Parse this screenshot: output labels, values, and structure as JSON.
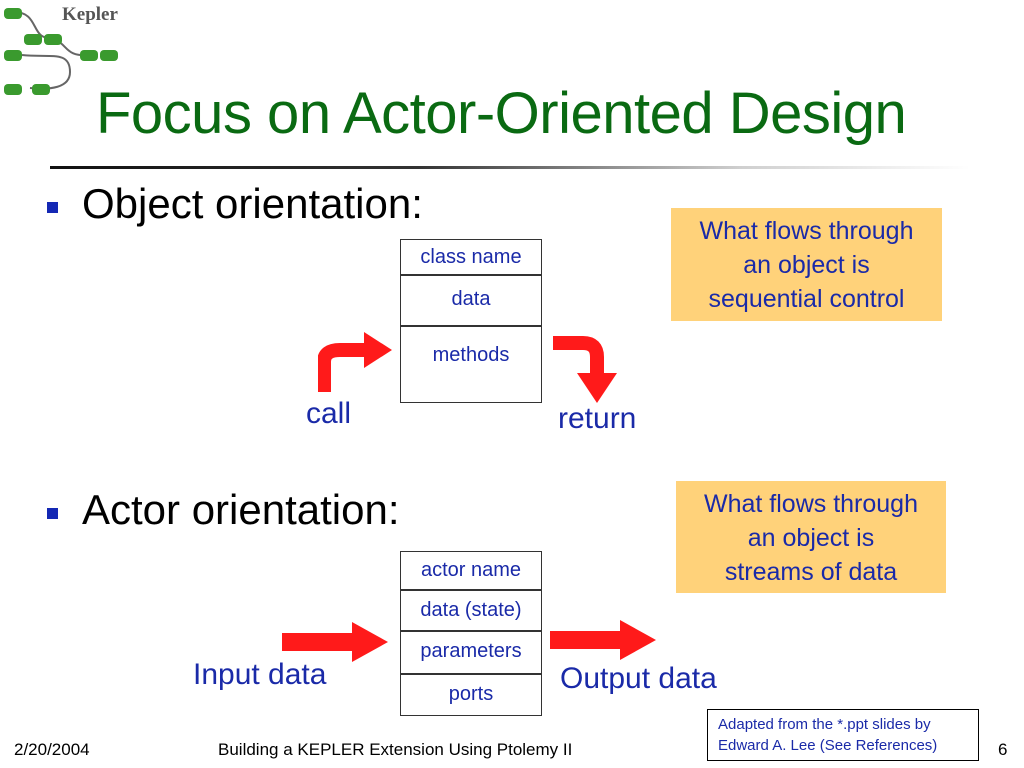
{
  "logo": {
    "text": "Kepler"
  },
  "title": "Focus on Actor-Oriented Design",
  "sections": {
    "object": {
      "heading": "Object orientation:",
      "box": [
        "class name",
        "data",
        "methods"
      ],
      "note": [
        "What flows through",
        "an object is",
        "sequential control"
      ],
      "in_label": "call",
      "out_label": "return"
    },
    "actor": {
      "heading": "Actor orientation:",
      "box": [
        "actor name",
        "data (state)",
        "parameters",
        "ports"
      ],
      "note": [
        "What flows through",
        "an object is",
        "streams of data"
      ],
      "in_label": "Input data",
      "out_label": "Output data"
    }
  },
  "credit": [
    "Adapted from the *.ppt slides by",
    "Edward A. Lee (See References)"
  ],
  "footer": {
    "date": "2/20/2004",
    "center": "Building a KEPLER Extension Using Ptolemy II",
    "page": "6"
  },
  "colors": {
    "title_green": "#0a6a12",
    "accent_blue": "#1a2aa8",
    "bullet_blue": "#1428b4",
    "note_orange": "#ffd27a",
    "arrow_red": "#ff1a1a"
  }
}
